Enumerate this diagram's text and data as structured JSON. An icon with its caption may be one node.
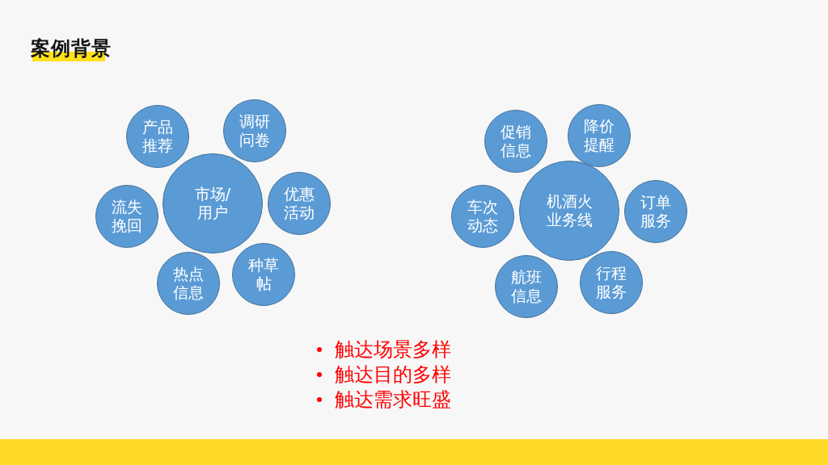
{
  "diagram": {
    "title": "案例背景",
    "nodes": [
      {
        "text": [
          "市场/用户"
        ]
      },
      {
        "text": [
          "产品推荐"
        ]
      },
      {
        "text": [
          "调研问卷"
        ]
      },
      {
        "text": [
          "流失挽回"
        ]
      },
      {
        "text": [
          "优惠活动"
        ]
      },
      {
        "text": [
          "热点信息"
        ]
      },
      {
        "text": [
          "种草帖"
        ]
      },
      {
        "text": [
          "机酒火业务线"
        ]
      },
      {
        "text": [
          "促销信息"
        ]
      },
      {
        "text": [
          "降价提醒"
        ]
      },
      {
        "text": [
          "车次动态"
        ]
      },
      {
        "text": [
          "订单服务"
        ]
      },
      {
        "text": [
          "航班信息"
        ]
      },
      {
        "text": [
          "行程服务"
        ]
      }
    ],
    "edges": [],
    "labels": [
      "触达场景多样",
      "触达目的多样",
      "触达需求旺盛"
    ]
  }
}
